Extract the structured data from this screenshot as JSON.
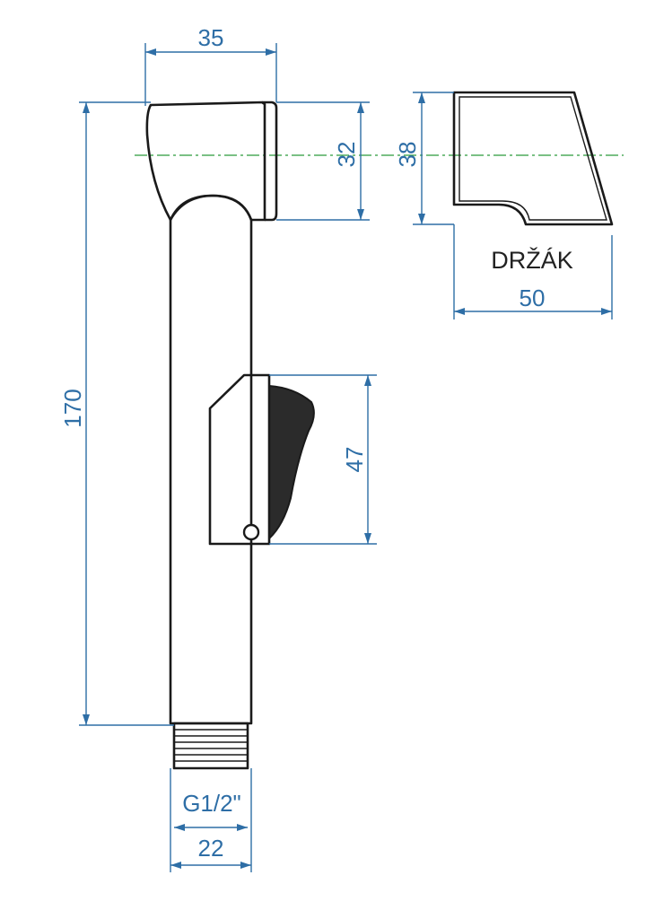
{
  "colors": {
    "dimension": "#2e6ea6",
    "outline": "#1a1a1a",
    "centerline": "#2a9a3a",
    "trigger": "#2b2b2b"
  },
  "dimensions": {
    "head_width": "35",
    "head_height": "32",
    "holder_height": "38",
    "total_length": "170",
    "trigger_height": "47",
    "thread": "G1/2\"",
    "thread_width": "22",
    "holder_width": "50"
  },
  "labels": {
    "holder": "DRŽÁK"
  }
}
